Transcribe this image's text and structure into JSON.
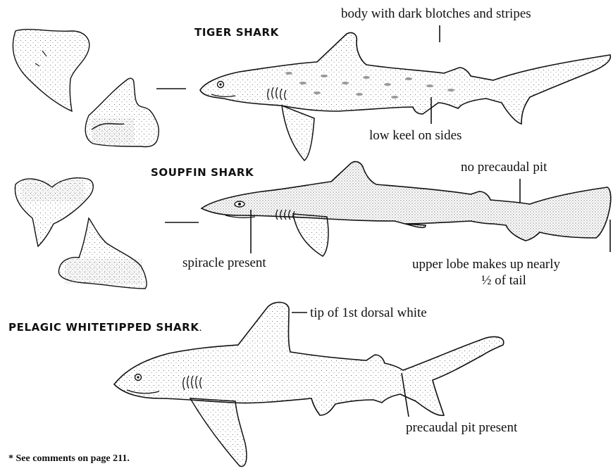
{
  "sections": {
    "tiger": {
      "title": "TIGER SHARK",
      "labels": {
        "body": "body with dark blotches and stripes",
        "keel": "low keel on sides"
      }
    },
    "soupfin": {
      "title": "SOUPFIN SHARK",
      "labels": {
        "pit": "no precaudal pit",
        "spiracle": "spiracle present",
        "upper_lobe_1": "upper lobe makes up nearly",
        "upper_lobe_2": "½ of tail"
      }
    },
    "whitetip": {
      "title": "PELAGIC WHITETIPPED SHARK",
      "title_suffix": ".",
      "labels": {
        "dorsal": "tip of 1st dorsal white",
        "pit": "precaudal pit present"
      }
    }
  },
  "footnote": "* See comments on page 211.",
  "colors": {
    "ink": "#111111",
    "stipple": "#555555",
    "paper": "#ffffff"
  },
  "icons": [
    "tiger-shark-tooth-icon",
    "soupfin-shark-tooth-icon",
    "shark-outline-icon"
  ]
}
